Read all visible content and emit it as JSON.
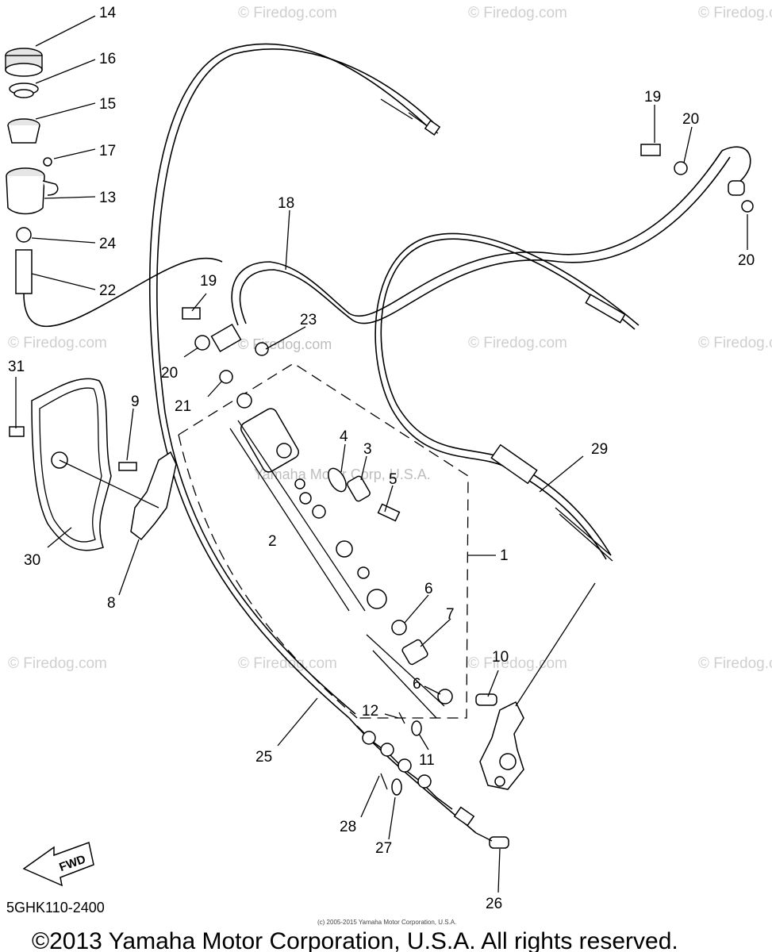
{
  "callouts": {
    "c1": "1",
    "c2": "2",
    "c3": "3",
    "c4": "4",
    "c5": "5",
    "c6a": "6",
    "c6b": "6",
    "c7": "7",
    "c8": "8",
    "c9": "9",
    "c10": "10",
    "c11": "11",
    "c12": "12",
    "c13": "13",
    "c14": "14",
    "c15": "15",
    "c16": "16",
    "c17": "17",
    "c18": "18",
    "c19a": "19",
    "c19b": "19",
    "c20a": "20",
    "c20b": "20",
    "c20c": "20",
    "c21": "21",
    "c22": "22",
    "c23": "23",
    "c24": "24",
    "c25": "25",
    "c26": "26",
    "c27": "27",
    "c28": "28",
    "c29": "29",
    "c30": "30",
    "c31": "31"
  },
  "watermarks": {
    "firedog": "© Firedog.com",
    "firedog_center": "© Firedog.com",
    "yamaha_center": "Yamaha Motor Corp, U.S.A."
  },
  "fwd_label": "FWD",
  "diagram_code": "5GHK110-2400",
  "small_copyright": "(c) 2005-2015 Yamaha Motor Corporation, U.S.A.",
  "copyright": "©2013 Yamaha Motor Corporation, U.S.A. All rights reserved."
}
